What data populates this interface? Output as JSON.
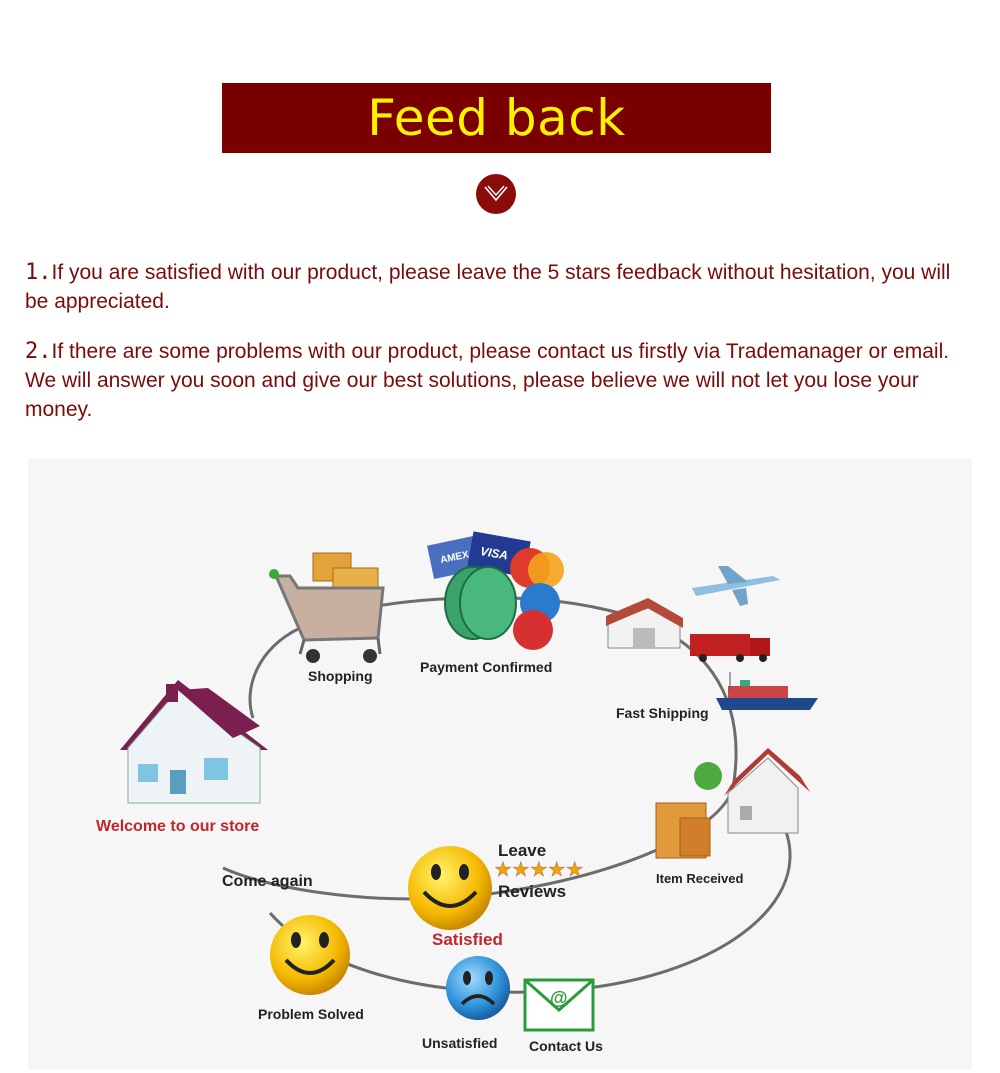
{
  "header": {
    "title": "Feed back"
  },
  "paragraphs": [
    {
      "number": "1.",
      "text": "If you are satisfied with our product, please leave the 5 stars feedback without hesitation, you will be appreciated."
    },
    {
      "number": "2.",
      "text": "If there are some problems with our product, please contact us firstly via Trademanager or email. We will answer you soon and give our best solutions, please believe we will not let you lose your money."
    }
  ],
  "diagram": {
    "labels": {
      "shopping": "Shopping",
      "payment": "Payment Confirmed",
      "shipping": "Fast Shipping",
      "received": "Item Received",
      "leave": "Leave",
      "reviews": "Reviews",
      "satisfied": "Satisfied",
      "unsatisfied": "Unsatisfied",
      "contact": "Contact Us",
      "problem": "Problem Solved",
      "come_again": "Come again",
      "welcome": "Welcome to our store"
    },
    "card_labels": {
      "amex": "AMEX",
      "visa": "VISA",
      "mastercard": "MasterCard",
      "maestro": "Maestro"
    },
    "stars": "★★★★★"
  },
  "colors": {
    "banner": "#7a0000",
    "title": "#fff200",
    "text": "#7b0b0b",
    "accent_red": "#c0262b"
  }
}
